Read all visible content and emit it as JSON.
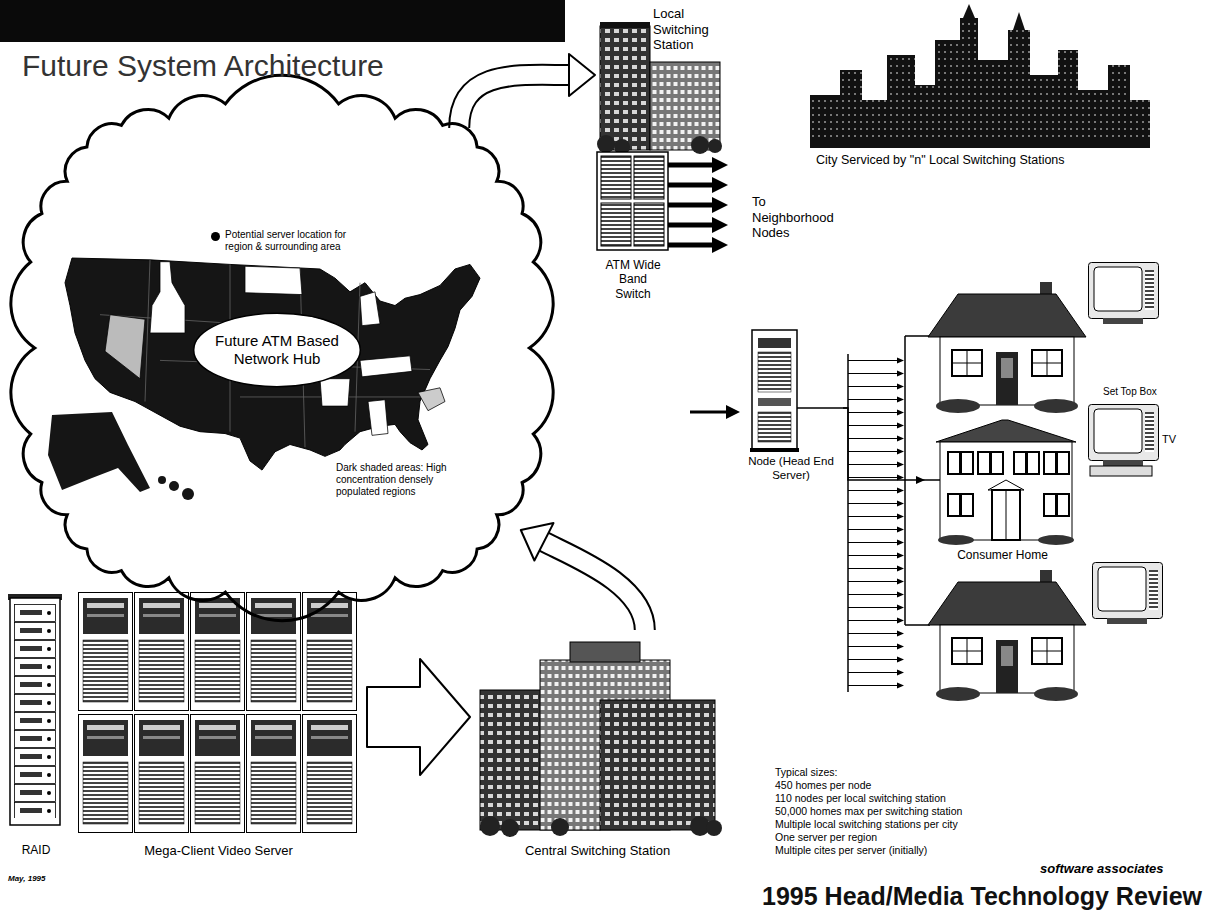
{
  "diagram": {
    "title": "Future System Architecture",
    "caption": "1995 Head/Media Technology Review",
    "nodes": [
      {
        "text": [
          "Local Switching Station"
        ]
      },
      {
        "text": [
          "City Serviced by \"n\" Local Switching Stations"
        ]
      },
      {
        "text": [
          "Dark shaded areas: High concentration densely populated regions"
        ]
      },
      {
        "text": [
          "Future ATM Based Network Hub"
        ],
        "in": 2
      },
      {
        "text": [
          "ATM Wide Band Switch"
        ]
      },
      {
        "text": [
          "Node (Head End Server)"
        ]
      },
      {
        "text": [
          "Consumer Home"
        ]
      },
      {
        "text": [
          "RAID"
        ]
      },
      {
        "text": [
          "Mega-Client Video Server"
        ]
      },
      {
        "text": [
          "Central Switching Station"
        ]
      }
    ],
    "edges": [
      {
        "from": 2,
        "to": 0,
        "arrow": "to"
      },
      {
        "from": 9,
        "to": 2,
        "arrow": "to"
      },
      {
        "from": 8,
        "to": 9,
        "arrow": "to"
      },
      {
        "from": 5,
        "to": 6,
        "arrow": "to"
      }
    ],
    "labels": [
      "Set Top Box",
      "TV",
      "To Neighborhood Nodes",
      "May, 1995",
      "Typical sizes:",
      "450 homes per node",
      "110 nodes per local switching station",
      "50,000 homes max per switching station",
      "Multiple local switching stations per city",
      "One server per region",
      "Multiple cites per server (initially)",
      "software associates"
    ],
    "legend": [
      {
        "text": "Potential server location for region & surrounding area",
        "color": "#000000"
      }
    ]
  }
}
